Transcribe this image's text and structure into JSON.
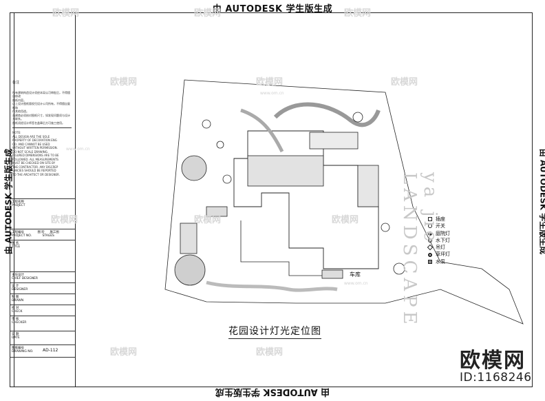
{
  "stamp": "由 AUTODESK 学生版生成",
  "title_block": {
    "note_heading": "备注",
    "note_lines": [
      "所有建筑构造设计须经本局认可审批后，不得擅自修改",
      "图纸内容。",
      "以上设计图纸版权归设计公司所有，不得擅自复制和",
      "作其他用途。",
      "承建商必须核对图纸尺寸，如发现问题须与设计方联系。",
      "图纸须经设计师签名盖章后方可施工使用。"
    ],
    "note_en_heading": "NOTE:",
    "note_en_lines": [
      "ALL DESIGN ARE THE SOLE",
      "PROPERTY OF DECORATION ENG",
      "CO. AND CANNOT BE USED",
      "WITHOUT WRITTEN PERMISSION.",
      "DO NOT SCALE DRAWING.",
      "FIGURED DIMENSIONS ARE TO BE",
      "FOLLOWED. ALL MEASUREMENTS",
      "MUST BE CHECKED ON SITE BY",
      "THE CONTRACTOR. ANY DISCREP",
      "-ANCIES SHOULD BE REPORTED",
      "TO THE ARCHITECT OR DESIGNER."
    ],
    "client_label": "工程名称",
    "client_label_en": "PROJECT",
    "project_no_label": "工程编号",
    "project_no_en": "PROJECT NO.",
    "stage_label": "图 阶",
    "stage_en": "STAGES",
    "stage_value": "施工图",
    "title_label": "图 名",
    "title_en": "TITLE",
    "designer_label": "主任设计",
    "designer_en": "CHIEF DESIGNER",
    "design_label": "设 计",
    "design_en": "DESIGNER",
    "drawn_label": "制 图",
    "drawn_en": "DRAWN",
    "check_label": "校 对",
    "check_en": "CHECK",
    "review_label": "审 核",
    "review_en": "CHECKER",
    "date_label": "日 期",
    "date_en": "DATE",
    "drawing_no_label": "图纸编号",
    "drawing_no_en": "DRAWING NO.",
    "drawing_no": "AD-112"
  },
  "legend": {
    "items": [
      {
        "label": "插座",
        "symbol": "socket-icon"
      },
      {
        "label": "开关",
        "symbol": "switch-icon"
      },
      {
        "label": "庭院灯",
        "symbol": "garden-light-icon"
      },
      {
        "label": "水下灯",
        "symbol": "underwater-light-icon"
      },
      {
        "label": "吊灯",
        "symbol": "pendant-light-icon"
      },
      {
        "label": "草坪灯",
        "symbol": "lawn-light-icon"
      },
      {
        "label": "水泵",
        "symbol": "pump-icon"
      }
    ]
  },
  "plan": {
    "title": "花园设计灯光定位图",
    "garage_label": "车库"
  },
  "watermark": {
    "logo_text": "欧模网",
    "id_text": "ID:1168246",
    "faint_text": "欧模网",
    "url_text": "www.om.cn",
    "side_text": "ya  jie  LANDSCAPE"
  }
}
